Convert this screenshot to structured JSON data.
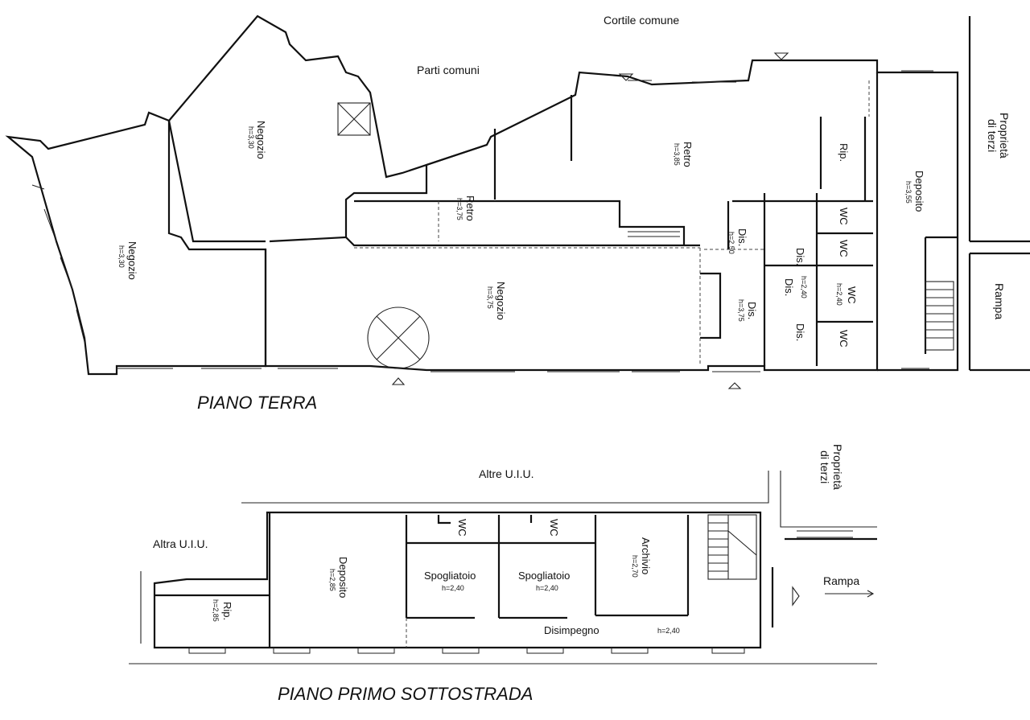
{
  "plans": {
    "ground": {
      "title": "PIANO TERRA",
      "context": {
        "cortile": "Cortile comune",
        "parti": "Parti comuni",
        "proprieta1": "Proprietà",
        "proprieta2": "di terzi",
        "rampa": "Rampa"
      },
      "rooms": {
        "negozio_left": {
          "name": "Negozio",
          "h": "h=3,30"
        },
        "negozio_upper": {
          "name": "Negozio",
          "h": "h=3,30"
        },
        "negozio_main": {
          "name": "Negozio",
          "h": "h=3,75"
        },
        "retro_small": {
          "name": "Retro",
          "h": "h=3,75"
        },
        "retro_big": {
          "name": "Retro",
          "h": "h=3,85"
        },
        "rip": {
          "name": "Rip."
        },
        "deposito": {
          "name": "Deposito",
          "h": "h=3,55"
        },
        "dis_top": {
          "name": "Dis.",
          "h": "h=2,50"
        },
        "dis_low": {
          "name": "Dis.",
          "h": "h=3,75"
        },
        "dis_a": {
          "name": "Dis."
        },
        "dis_b": {
          "name": "Dis."
        },
        "dis_c": {
          "name": "Dis."
        },
        "wc1": {
          "name": "WC"
        },
        "wc2": {
          "name": "WC"
        },
        "wc3": {
          "name": "WC",
          "h": "h=2,40"
        },
        "wc4": {
          "name": "WC"
        },
        "h_center": "h=2,40"
      }
    },
    "basement": {
      "title": "PIANO PRIMO SOTTOSTRADA",
      "context": {
        "altre": "Altre U.I.U.",
        "altra": "Altra U.I.U.",
        "proprieta1": "Proprietà",
        "proprieta2": "di terzi",
        "rampa": "Rampa"
      },
      "rooms": {
        "rip": {
          "name": "Rip.",
          "h": "h=2,85"
        },
        "deposito": {
          "name": "Deposito",
          "h": "h=2,85"
        },
        "wc1": {
          "name": "WC"
        },
        "wc2": {
          "name": "WC"
        },
        "spogliatoio1": {
          "name": "Spogliatoio",
          "h": "h=2,40"
        },
        "spogliatoio2": {
          "name": "Spogliatoio",
          "h": "h=2,40"
        },
        "archivio": {
          "name": "Archivio",
          "h": "h=2,70"
        },
        "disimpegno": {
          "name": "Disimpegno",
          "h": "h=2,40"
        }
      }
    }
  }
}
